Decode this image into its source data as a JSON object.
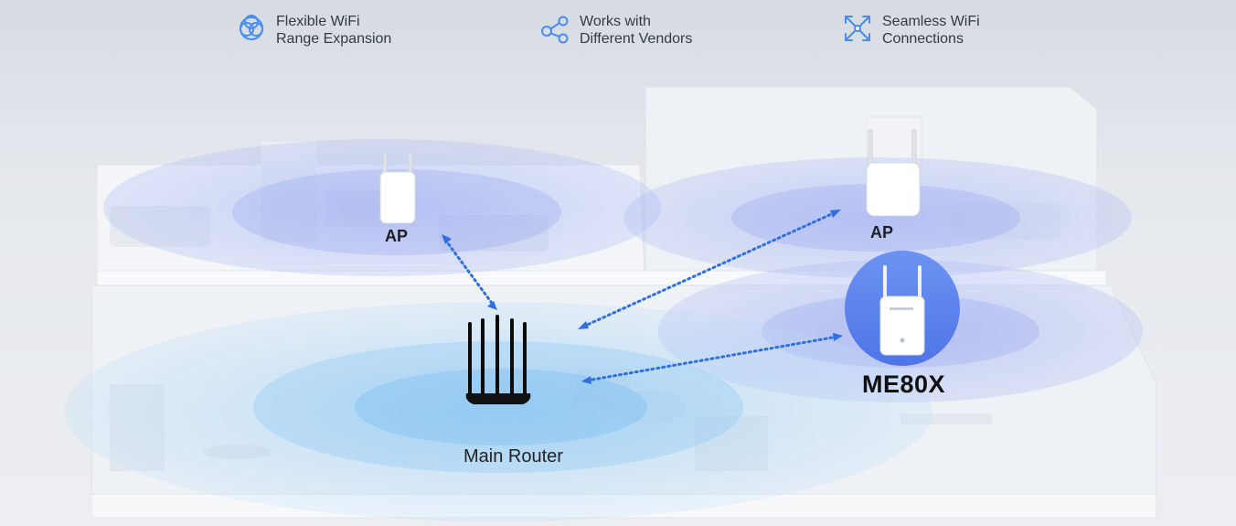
{
  "features": [
    {
      "icon": "range-expansion-icon",
      "line1": "Flexible WiFi",
      "line2": "Range Expansion"
    },
    {
      "icon": "share-nodes-icon",
      "line1": "Works with",
      "line2": "Different Vendors"
    },
    {
      "icon": "expand-arrows-icon",
      "line1": "Seamless WiFi",
      "line2": "Connections"
    }
  ],
  "labels": {
    "ap_left": "AP",
    "ap_right": "AP",
    "main_router": "Main Router",
    "extender": "ME80X"
  },
  "colors": {
    "accent": "#4a8cf0",
    "link": "#2f6fe0",
    "coverage": "#6ab4f2",
    "badge": "#5b86ee"
  }
}
